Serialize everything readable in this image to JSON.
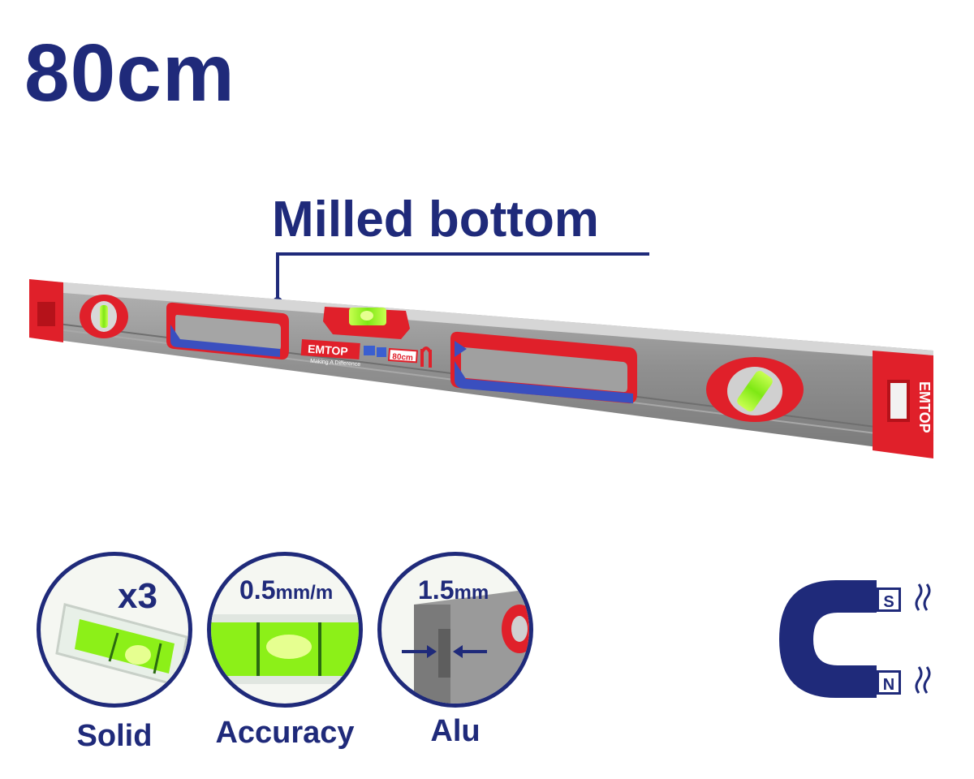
{
  "title": "80cm",
  "callout": {
    "label": "Milled bottom"
  },
  "product": {
    "brand": "EMTOP",
    "tagline": "Making A Difference",
    "length_badge": "80cm",
    "end_cap_text": "EMTOP"
  },
  "features": [
    {
      "heading": "x3",
      "label": "Solid"
    },
    {
      "heading": "0.5",
      "heading_unit": "mm/m",
      "label": "Accuracy"
    },
    {
      "heading": "1.5",
      "heading_unit": "mm",
      "label": "Alu"
    }
  ],
  "magnet": {
    "pole_top": "S",
    "pole_bottom": "N"
  },
  "colors": {
    "navy": "#1f2a7a",
    "red": "#e0202a",
    "aluminium": "#8e8e8e",
    "vial_green": "#8cf018",
    "grip_blue": "#3a4fbf"
  }
}
